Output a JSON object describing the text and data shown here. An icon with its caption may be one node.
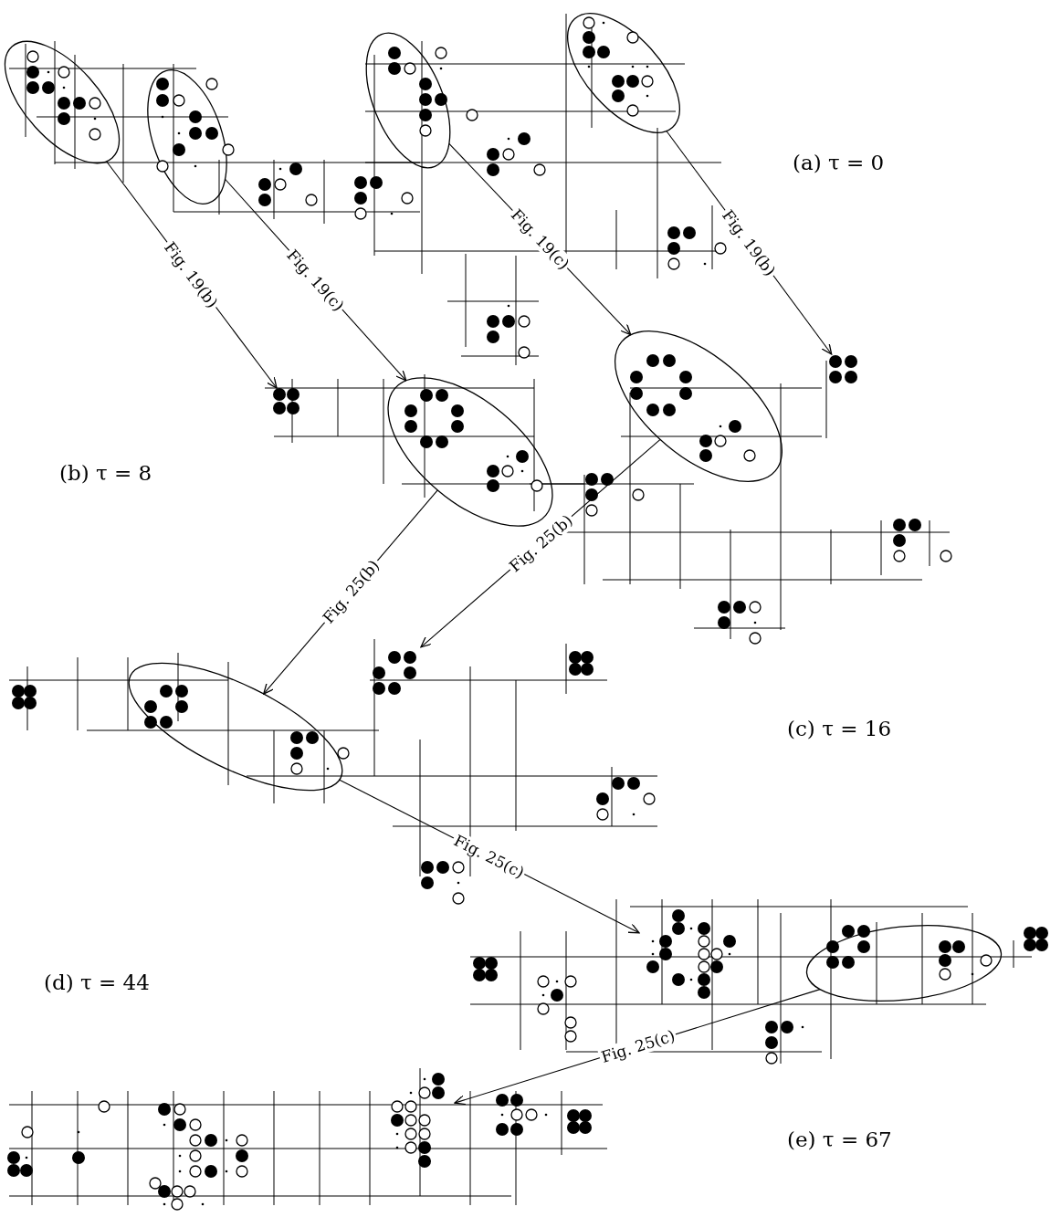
{
  "diagram": {
    "nodes": [
      {
        "text": [],
        "shape": "ellipse"
      },
      {
        "text": [],
        "shape": "ellipse"
      },
      {
        "text": [],
        "shape": "ellipse"
      },
      {
        "text": [],
        "shape": "ellipse"
      },
      {
        "text": [],
        "shape": "dots"
      },
      {
        "text": [],
        "shape": "ellipse"
      },
      {
        "text": [],
        "shape": "ellipse"
      },
      {
        "text": [],
        "shape": "dots"
      },
      {
        "text": [],
        "shape": "ellipse"
      },
      {
        "text": [],
        "shape": "dots"
      },
      {
        "text": [],
        "shape": "dots"
      },
      {
        "text": [],
        "shape": "ellipse"
      },
      {
        "text": [],
        "shape": "dots"
      }
    ],
    "edges": [
      {
        "from": 0,
        "to": 4,
        "arrow": "to",
        "label": "Fig. 19(b)"
      },
      {
        "from": 1,
        "to": 5,
        "arrow": "to",
        "label": "Fig. 19(c)"
      },
      {
        "from": 2,
        "to": 6,
        "arrow": "to",
        "label": "Fig. 19(c)"
      },
      {
        "from": 3,
        "to": 7,
        "arrow": "to",
        "label": "Fig. 19(b)"
      },
      {
        "from": 5,
        "to": 8,
        "arrow": "to",
        "label": "Fig. 25(b)"
      },
      {
        "from": 6,
        "to": 9,
        "arrow": "to",
        "label": "Fig. 25(b)"
      },
      {
        "from": 8,
        "to": 10,
        "arrow": "to",
        "label": "Fig. 25(c)"
      },
      {
        "from": 11,
        "to": 12,
        "arrow": "to",
        "label": "Fig. 25(c)"
      }
    ],
    "labels": [
      "(a) τ = 0",
      "(b) τ = 8",
      "(c) τ = 16",
      "(d) τ = 44",
      "(e) τ = 67"
    ]
  }
}
